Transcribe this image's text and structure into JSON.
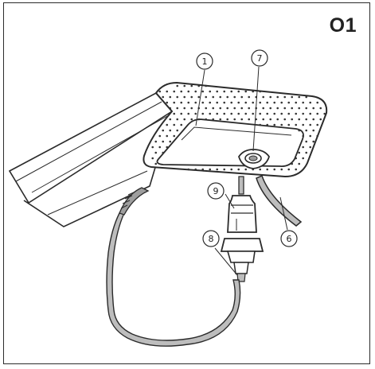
{
  "figure": {
    "code": "O1"
  },
  "callouts": [
    {
      "id": "1",
      "label": "1",
      "part": "handle"
    },
    {
      "id": "7",
      "label": "7",
      "part": "cable-clip"
    },
    {
      "id": "9",
      "label": "9",
      "part": "plug"
    },
    {
      "id": "6",
      "label": "6",
      "part": "cord"
    },
    {
      "id": "8",
      "label": "8",
      "part": "socket"
    }
  ],
  "colors": {
    "line": "#2b2b2b",
    "cable_fill": "#bdbdbd",
    "handle_fill": "#ffffff",
    "dots": "#333333"
  }
}
